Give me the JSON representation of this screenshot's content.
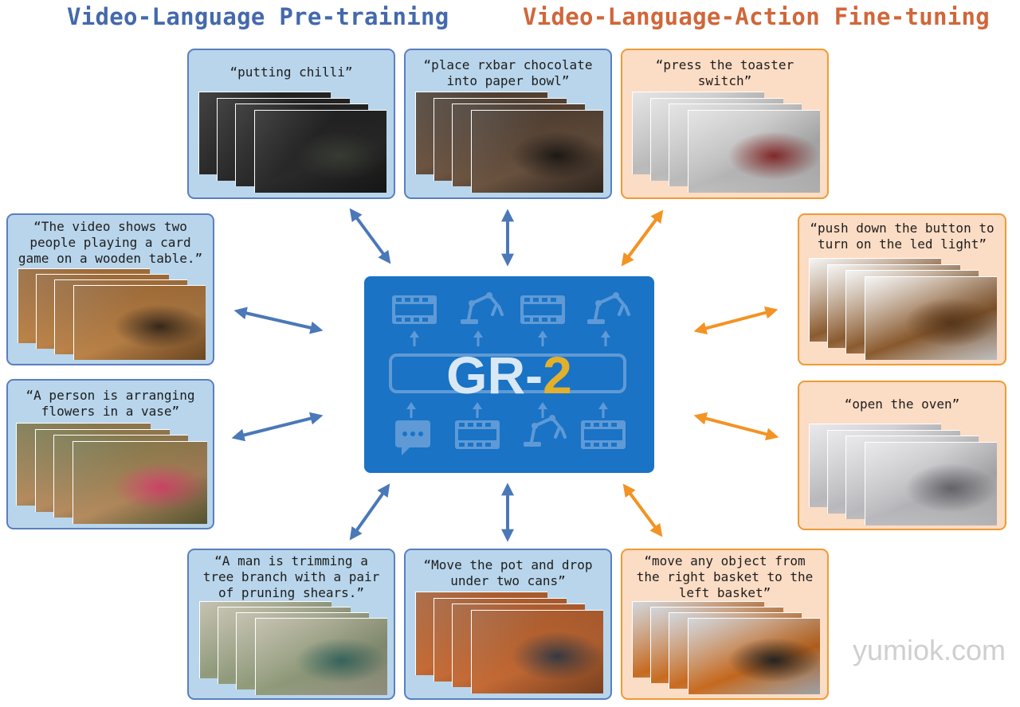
{
  "headings": {
    "pretraining": "Video-Language Pre-training",
    "finetuning": "Video-Language-Action Fine-tuning"
  },
  "model": {
    "name_main": "GR-",
    "name_version": "2"
  },
  "watermark": "yumiok.com",
  "icons": [
    "film-icon",
    "robot-arm-icon",
    "chat-icon"
  ],
  "colors": {
    "pretraining": "#4469ac",
    "finetuning": "#d0673a",
    "pretraining_arrow": "#4a78b8",
    "finetuning_arrow": "#f39323",
    "center_box": "#1a73c5",
    "version_accent": "#e3b02c"
  },
  "pretraining_examples": [
    {
      "caption": "“putting chilli”"
    },
    {
      "caption": "“place rxbar chocolate\ninto paper bowl”"
    },
    {
      "caption": "“The video shows two\npeople playing a card\ngame on a wooden table.”"
    },
    {
      "caption": "“A person is arranging\nflowers in a vase”"
    },
    {
      "caption": "“A man is trimming a\ntree branch with a pair\nof pruning shears.”"
    },
    {
      "caption": "“Move the pot and drop\nunder two cans”"
    }
  ],
  "finetuning_examples": [
    {
      "caption": "“press the toaster\nswitch”"
    },
    {
      "caption": "“push down the button to\nturn on the led light”"
    },
    {
      "caption": "“open the oven”"
    },
    {
      "caption": "“move any object from\nthe right basket to the\nleft basket”"
    }
  ]
}
